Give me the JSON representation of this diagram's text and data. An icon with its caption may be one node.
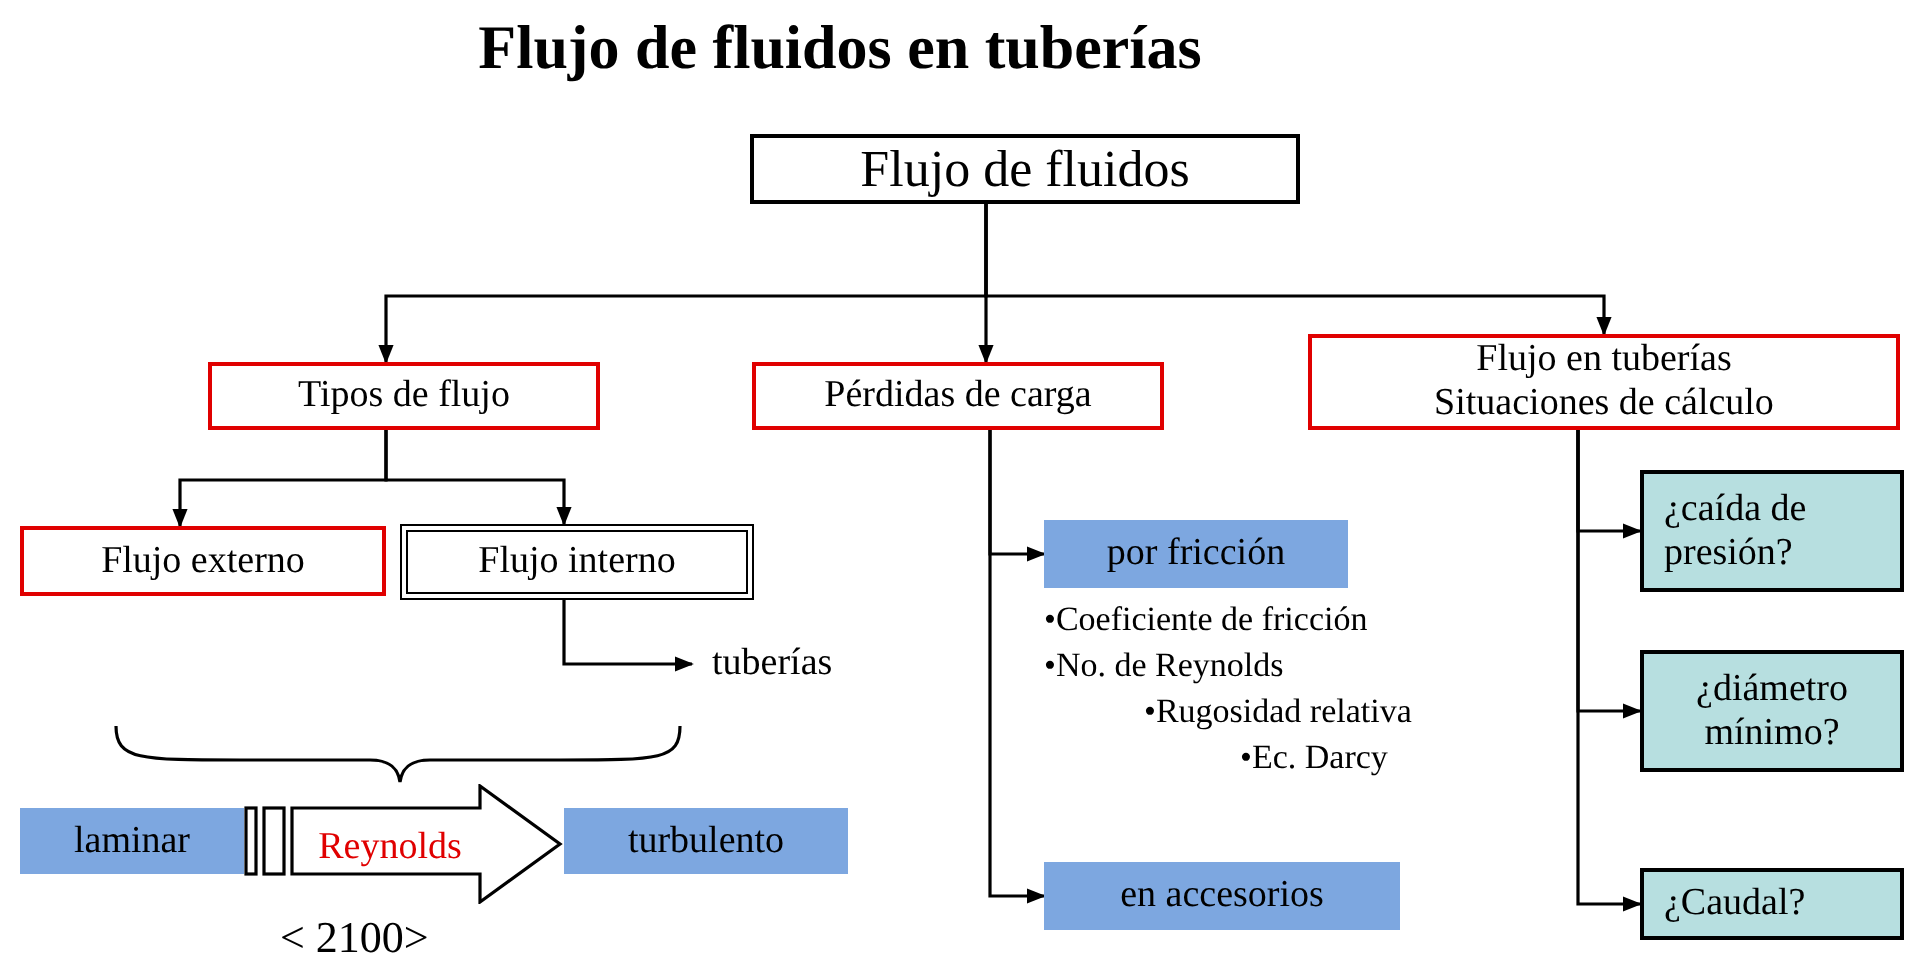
{
  "diagram": {
    "title": "Flujo de fluidos en tuberías",
    "nodes": [
      {
        "text": [
          "Flujo de fluidos"
        ]
      },
      {
        "text": [
          "Tipos de flujo"
        ]
      },
      {
        "text": [
          "Pérdidas de carga"
        ]
      },
      {
        "text": [
          "Flujo en tuberías Situaciones de cálculo"
        ]
      },
      {
        "text": [
          "Flujo externo"
        ]
      },
      {
        "text": [
          "Flujo interno"
        ]
      },
      {
        "text": [
          "tuberías"
        ]
      },
      {
        "text": [
          "por fricción"
        ]
      },
      {
        "text": [
          "en accesorios"
        ]
      },
      {
        "text": [
          "¿caída de presión?"
        ]
      },
      {
        "text": [
          "¿diámetro mínimo?"
        ]
      },
      {
        "text": [
          "¿Caudal?"
        ]
      },
      {
        "text": [
          "laminar"
        ]
      },
      {
        "text": [
          "Reynolds"
        ]
      },
      {
        "text": [
          "turbulento"
        ]
      }
    ],
    "edges": [
      {
        "from": 0,
        "to": 1,
        "arrow": "to"
      },
      {
        "from": 0,
        "to": 2,
        "arrow": "to"
      },
      {
        "from": 0,
        "to": 3,
        "arrow": "to"
      },
      {
        "from": 1,
        "to": 4,
        "arrow": "to"
      },
      {
        "from": 1,
        "to": 5,
        "arrow": "to"
      },
      {
        "from": 5,
        "to": 6,
        "arrow": "to"
      },
      {
        "from": 2,
        "to": 7,
        "arrow": "to"
      },
      {
        "from": 2,
        "to": 8,
        "arrow": "to"
      },
      {
        "from": 3,
        "to": 9,
        "arrow": "to"
      },
      {
        "from": 3,
        "to": 10,
        "arrow": "to"
      },
      {
        "from": 3,
        "to": 11,
        "arrow": "to"
      }
    ],
    "labels": [
      "•Coeficiente de fricción",
      "•No. de Reynolds",
      "•Rugosidad relativa",
      "•Ec. Darcy",
      "< 2100>"
    ]
  }
}
